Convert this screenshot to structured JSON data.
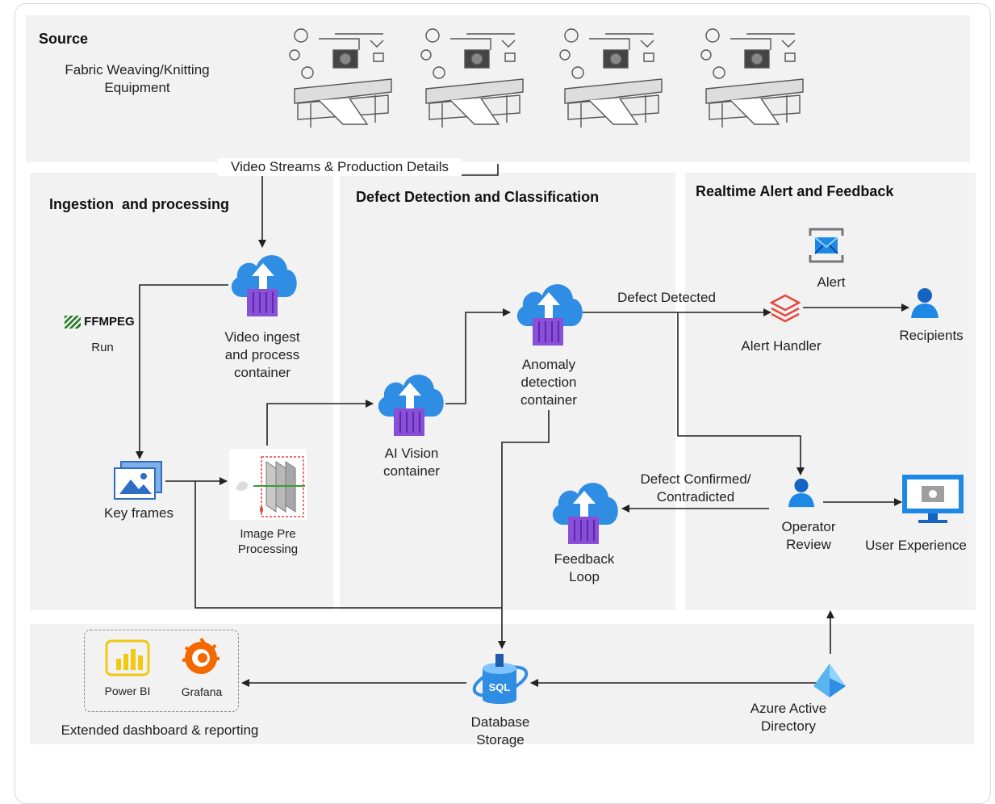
{
  "sections": {
    "source": "Source",
    "ingestion": "Ingestion  and processing",
    "defect": "Defect Detection and Classification",
    "alert": "Realtime Alert and Feedback"
  },
  "labels": {
    "fabric_equipment": "Fabric Weaving/Knitting\nEquipment",
    "video_streams": "Video Streams & Production Details",
    "ffmpeg_logo": "FFMPEG",
    "ffmpeg_run": "Run",
    "video_ingest": "Video ingest\nand process\ncontainer",
    "key_frames": "Key frames",
    "image_pre": "Image Pre\nProcessing",
    "ai_vision": "AI Vision\ncontainer",
    "anomaly": "Anomaly\ndetection\ncontainer",
    "defect_detected": "Defect Detected",
    "alert": "Alert",
    "alert_handler": "Alert Handler",
    "recipients": "Recipients",
    "defect_confirmed": "Defect Confirmed/\nContradicted",
    "operator_review": "Operator\nReview",
    "user_experience": "User Experience",
    "feedback_loop": "Feedback\nLoop",
    "power_bi": "Power BI",
    "grafana": "Grafana",
    "extended_dashboard": "Extended dashboard & reporting",
    "database_storage": "Database\nStorage",
    "sql": "SQL",
    "azure_ad": "Azure Active\nDirectory"
  },
  "colors": {
    "panel": "#f2f2f2",
    "azure_blue": "#2f8de4",
    "container_purple": "#8a4fd8",
    "line": "#222222",
    "ffmpeg_green": "#2e7d32",
    "alert_red": "#e8453c",
    "powerbi_yellow": "#f2c811",
    "grafana_orange": "#f46800"
  },
  "icons": [
    "weaving-machine-camera-image",
    "cloud-container-icon",
    "ffmpeg-logo",
    "image-frames-icon",
    "image-preprocessing-icon",
    "mail-alert-icon",
    "alert-handler-stack-icon",
    "person-icon",
    "monitor-icon",
    "power-bi-icon",
    "grafana-icon",
    "sql-database-icon",
    "azure-ad-pyramid-icon"
  ]
}
